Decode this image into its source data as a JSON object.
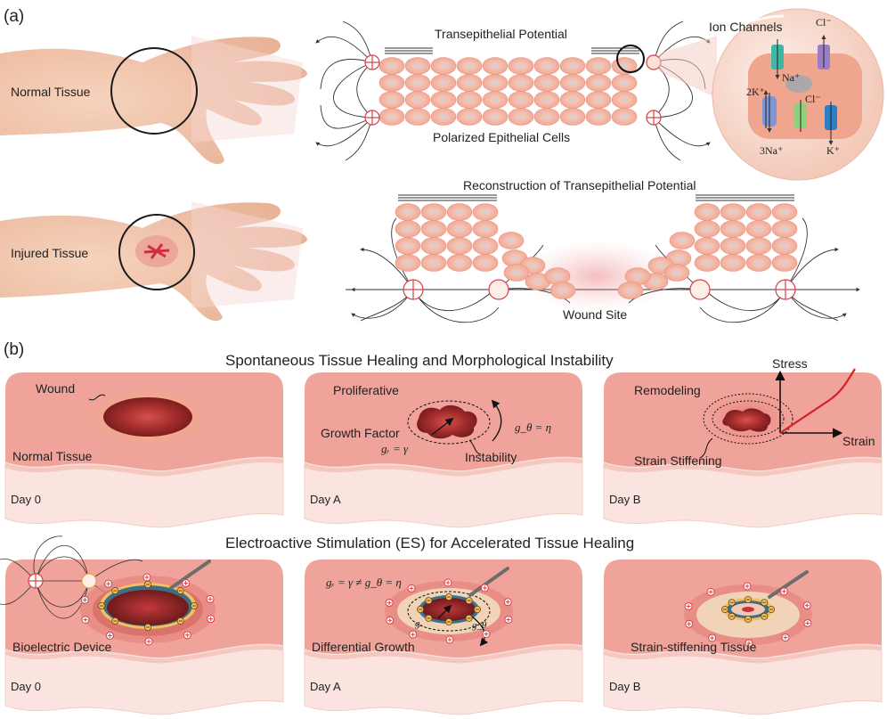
{
  "panel_a": {
    "letter": "(a)",
    "normal_tissue": "Normal Tissue",
    "injured_tissue": "Injured Tissue",
    "transepithelial_potential": "Transepithelial Potential",
    "polarized_cells": "Polarized Epithelial Cells",
    "ion_channels": "Ion Channels",
    "reconstruction": "Reconstruction of Transepithelial Potential",
    "wound_site": "Wound Site",
    "ions": {
      "cl_top": "Cl⁻",
      "na_top": "Na⁺",
      "k2": "2K⁺",
      "cl_mid": "Cl⁻",
      "na3": "3Na⁺",
      "k_bottom": "K⁺"
    }
  },
  "panel_b": {
    "letter": "(b)",
    "title_top": "Spontaneous Tissue Healing and Morphological Instability",
    "title_bottom": "Electroactive Stimulation (ES) for Accelerated Tissue Healing",
    "top_row": {
      "c1": {
        "wound": "Wound",
        "normal": "Normal Tissue",
        "day": "Day 0"
      },
      "c2": {
        "proliferative": "Proliferative",
        "growth_factor": "Growth Factor",
        "gr": "gᵣ = γ",
        "gtheta": "g_θ = η",
        "instability": "Instability",
        "day": "Day A"
      },
      "c3": {
        "remodeling": "Remodeling",
        "stress": "Stress",
        "strain": "Strain",
        "strain_stiffening": "Strain Stiffening",
        "day": "Day B"
      }
    },
    "bottom_row": {
      "c1": {
        "device": "Bioelectric Device",
        "day": "Day 0"
      },
      "c2": {
        "equation": "gᵣ = γ ≠ g_θ = η",
        "gr_small": "gᵣ",
        "gt_small": "g_θ",
        "differential": "Differential Growth",
        "day": "Day A"
      },
      "c3": {
        "tissue": "Strain-stiffening Tissue",
        "day": "Day B"
      }
    }
  },
  "colors": {
    "tissue": "#f0a39a",
    "tissue_side": "#fbe4df",
    "wound": "#9e2a2b",
    "cell": "#f6b8a8",
    "accent_red": "#d81f26",
    "electrode": "#1d5f8a"
  }
}
